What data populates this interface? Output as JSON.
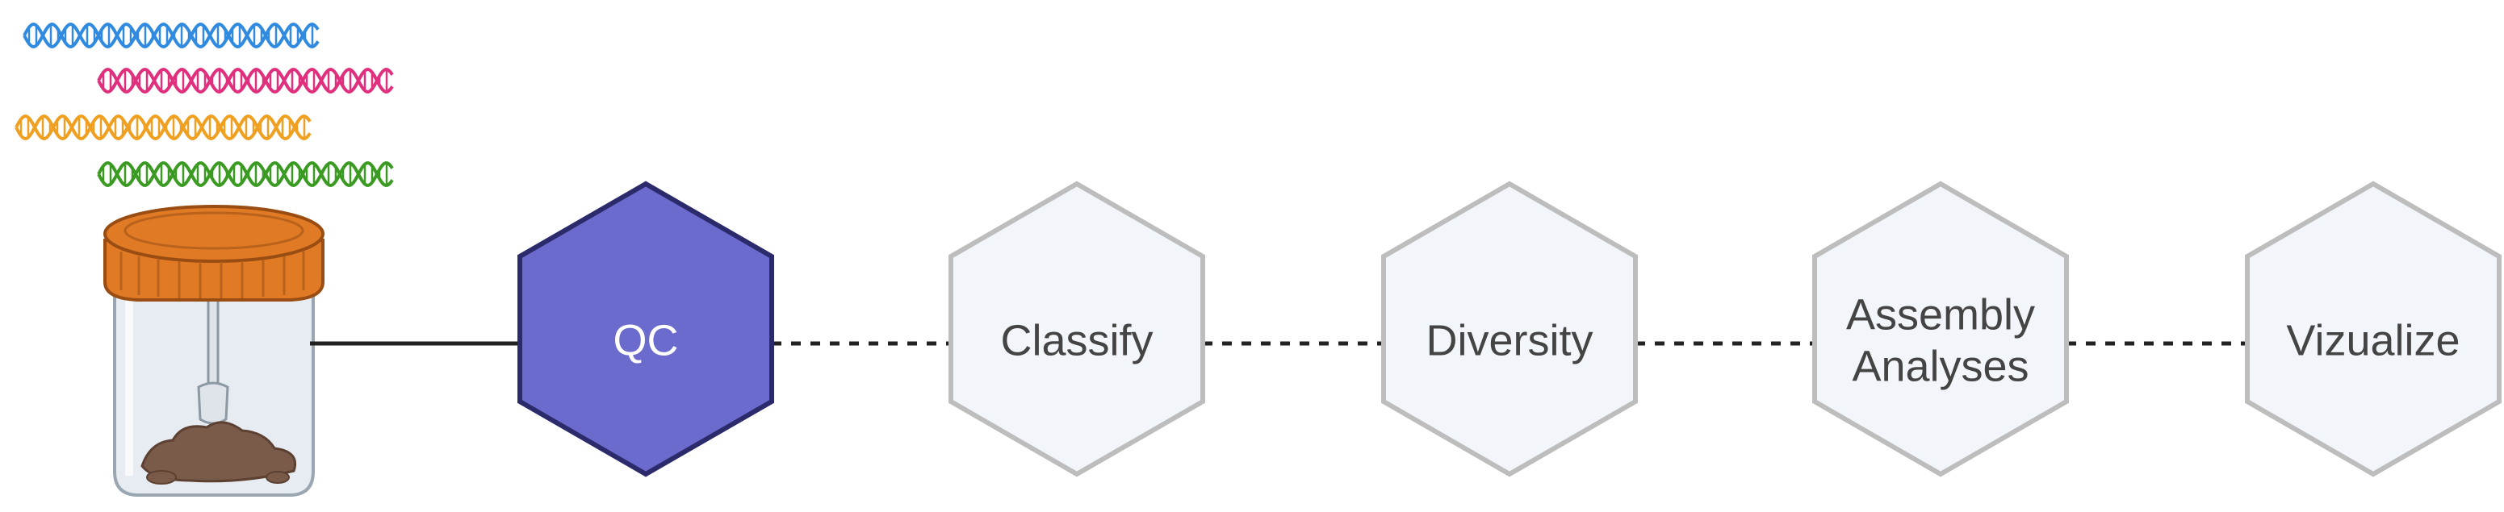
{
  "pipeline": {
    "steps": [
      {
        "id": "qc",
        "label": [
          "QC"
        ],
        "state": "active"
      },
      {
        "id": "classify",
        "label": [
          "Classify"
        ],
        "state": "inactive"
      },
      {
        "id": "diversity",
        "label": [
          "Diversity"
        ],
        "state": "inactive"
      },
      {
        "id": "assembly",
        "label": [
          "Assembly",
          "Analyses"
        ],
        "state": "inactive"
      },
      {
        "id": "vizualize",
        "label": [
          "Vizualize"
        ],
        "state": "inactive"
      }
    ],
    "connectors": [
      "solid",
      "dotted",
      "dotted",
      "dotted",
      "dotted"
    ]
  },
  "colors": {
    "active_fill": "#6b6acd",
    "active_stroke": "#2b2a6b",
    "active_text": "#ffffff",
    "inactive_fill": "#f2f5fa",
    "inactive_stroke": "#bdbdbd",
    "inactive_text": "#444444",
    "connector": "#222222",
    "dna_strands": [
      "#2f8ae0",
      "#e0307d",
      "#f0a020",
      "#3a9a22"
    ],
    "jar_lid": "#e07a25",
    "soil": "#7a5a48"
  },
  "icons": {
    "sample": "sample-jar-icon",
    "sequences": "dna-helix-icon"
  }
}
